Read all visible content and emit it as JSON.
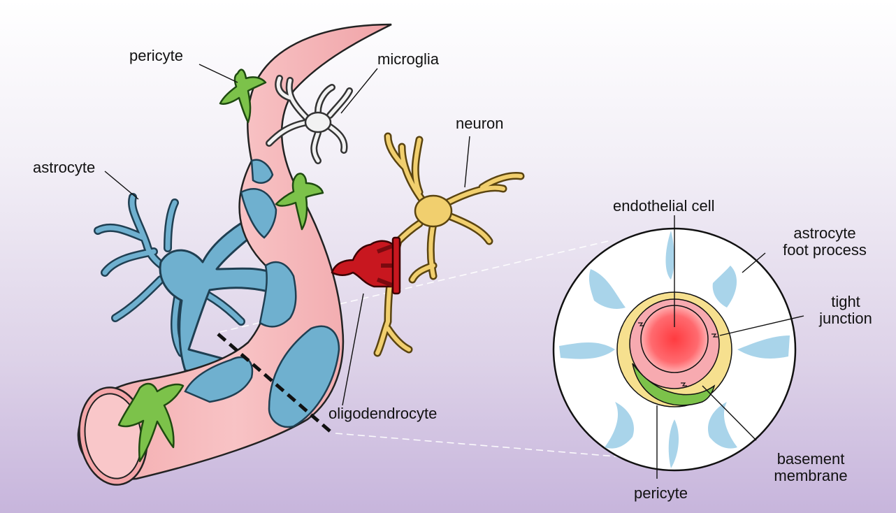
{
  "labels": {
    "pericyte_top": "pericyte",
    "microglia": "microglia",
    "neuron": "neuron",
    "astrocyte": "astrocyte",
    "endothelial_cell": "endothelial cell",
    "astrocyte_foot_process": "astrocyte\nfoot process",
    "tight_junction": "tight\njunction",
    "oligodendrocyte": "oligodendrocyte",
    "basement_membrane": "basement\nmembrane",
    "pericyte_bottom": "pericyte"
  },
  "colors": {
    "background_top": "#ffffff",
    "background_bottom": "#c7b5dc",
    "blood_vessel": "#f5b7b9",
    "astrocyte": "#6fb0cf",
    "pericyte": "#7cc24a",
    "microglia": "#f2f2f2",
    "neuron": "#f1cf6e",
    "oligodendrocyte": "#c8171f",
    "lumen": "#ff5055",
    "basement_membrane": "#f6e08f"
  }
}
